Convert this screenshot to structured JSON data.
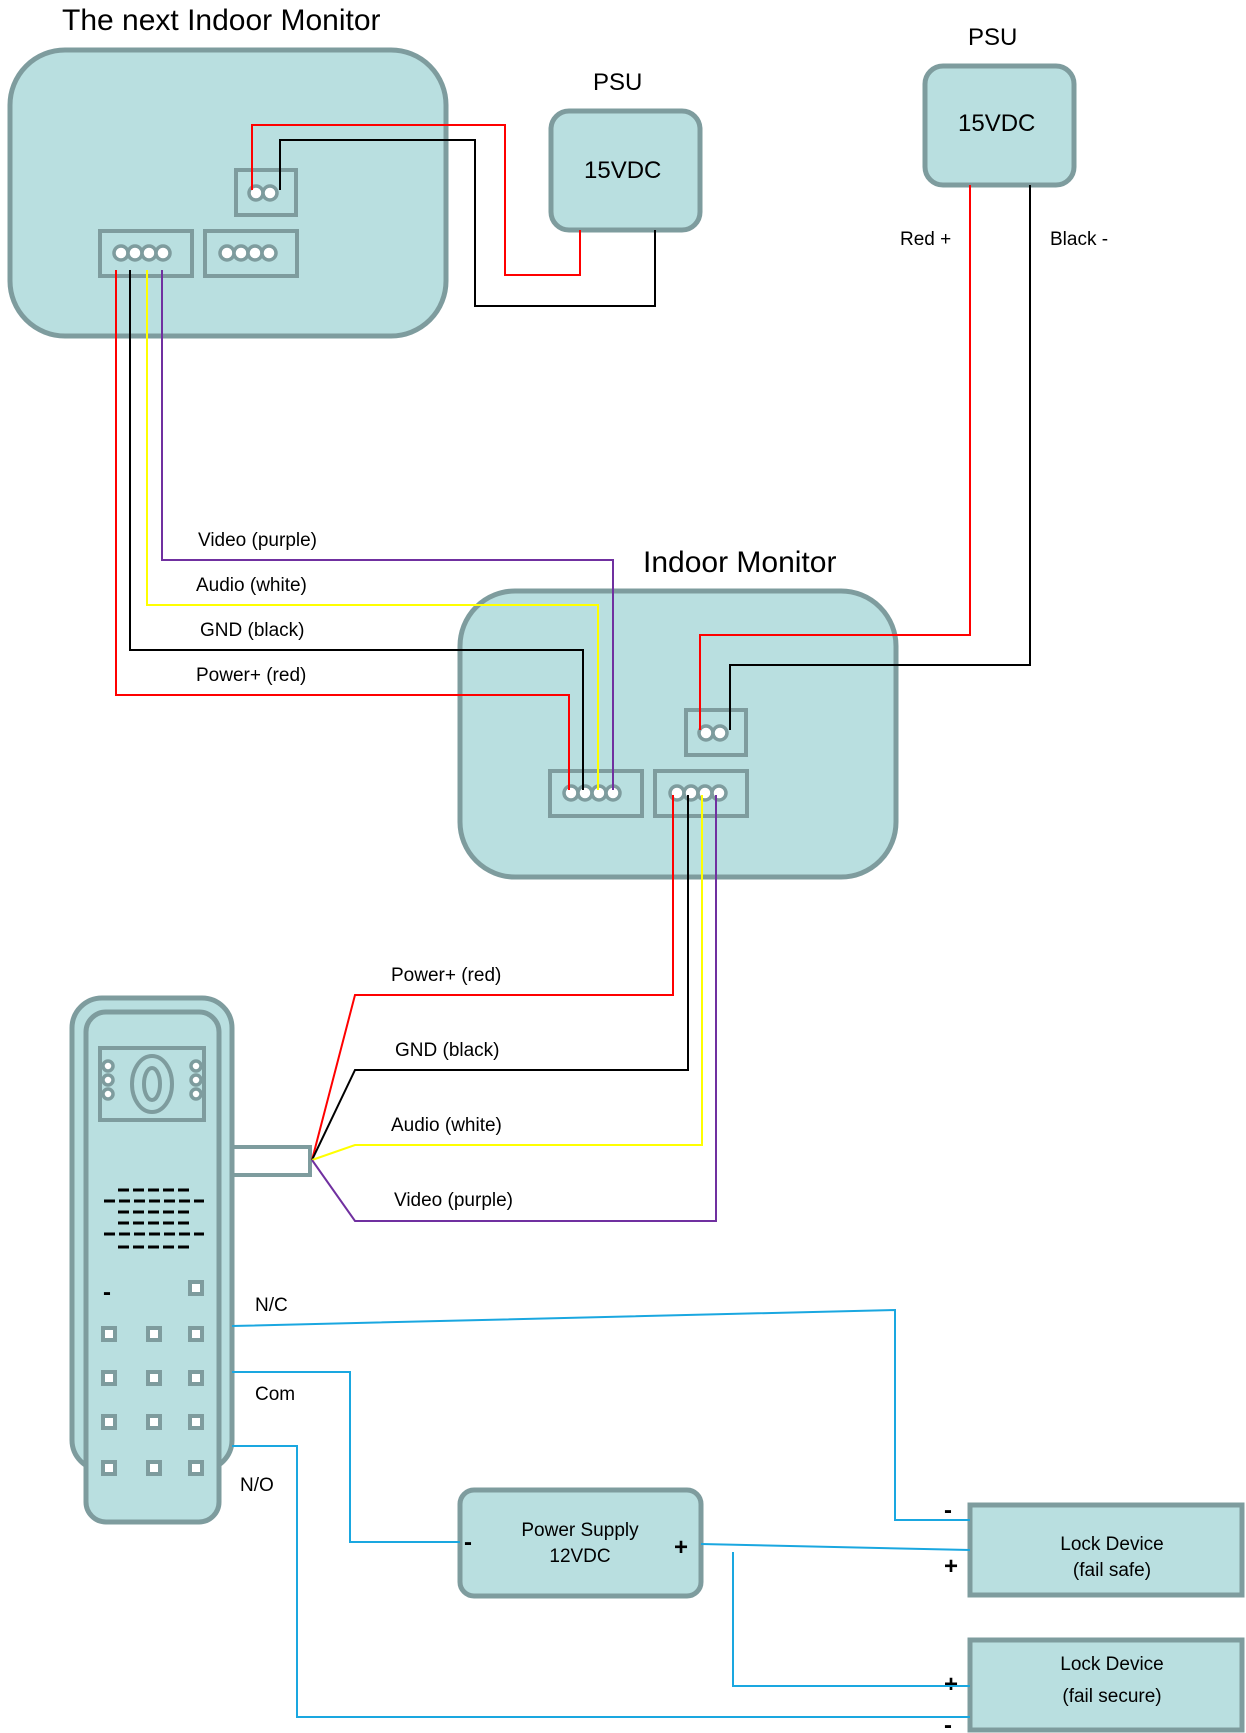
{
  "colors": {
    "body": "#b9dfe0",
    "outline": "#7e9c9e",
    "red": "#ff0000",
    "black": "#000000",
    "yellow": "#ffff00",
    "purple": "#7030a0",
    "blue": "#1aa7e0"
  },
  "monitor_next": {
    "title": "The next Indoor Monitor"
  },
  "monitor_main": {
    "title": "Indoor Monitor"
  },
  "psu_top": {
    "title": "PSU",
    "voltage": "15VDC"
  },
  "psu_right": {
    "title": "PSU",
    "voltage": "15VDC",
    "red_label": "Red +",
    "black_label": "Black -"
  },
  "wires_upper": {
    "video": "Video (purple)",
    "audio": "Audio (white)",
    "gnd": "GND (black)",
    "power": "Power+ (red)"
  },
  "wires_lower": {
    "power": "Power+ (red)",
    "gnd": "GND (black)",
    "audio": "Audio (white)",
    "video": "Video (purple)"
  },
  "doorstation": {
    "nc": "N/C",
    "com": "Com",
    "no": "N/O",
    "keypad_minus": "-"
  },
  "power_supply": {
    "line1": "Power Supply",
    "line2": "12VDC",
    "minus": "-",
    "plus": "+"
  },
  "lock_safe": {
    "line1": "Lock Device",
    "line2": "(fail safe)",
    "minus": "-",
    "plus": "+"
  },
  "lock_secure": {
    "line1": "Lock Device",
    "line2": "(fail secure)",
    "plus": "+",
    "minus": "-"
  }
}
